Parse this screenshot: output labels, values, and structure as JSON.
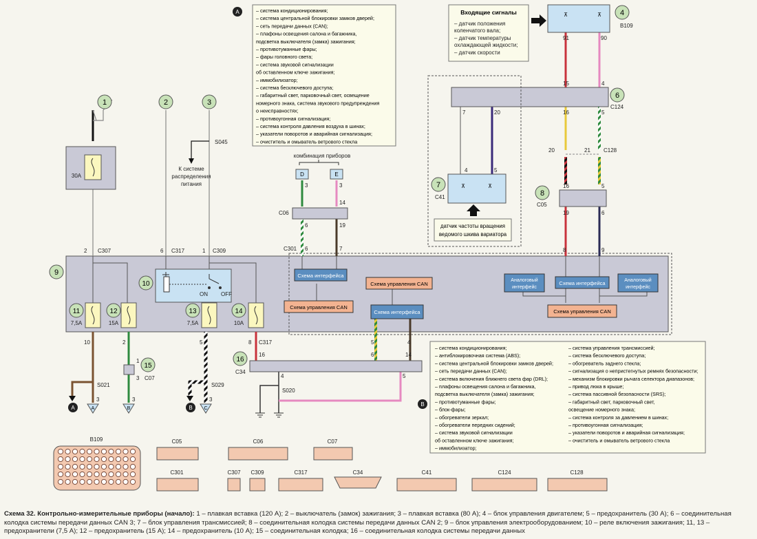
{
  "caption": {
    "title": "Схема 32. Контрольно-измерительные приборы (начало):",
    "text": "1 – плавкая вставка (120 А); 2 – выключатель (замок) зажигания; 3 – плавкая вставка (80 А); 4 – блок управления двигателем; 5 – предохранитель (30 А); 6 – соединительная колодка системы передачи данных CAN 3; 7 – блок управления трансмиссией; 8 – соединительная колодка системы передачи данных CAN 2; 9 – блок управления электрооборудованием; 10 – реле включения зажигания; 11, 13 – предохранители (7,5 А); 12 – предохранитель (15 А); 14 – предохранитель (10 А); 15 – соединительная колодка; 16 – соединительная колодка системы передачи данных"
  },
  "note_a": {
    "marker": "A",
    "items": [
      "– система кондиционирования;",
      "– система центральной блокировки замков дверей;",
      "– сеть передачи данных (CAN);",
      "– плафоны освещения салона и багажника,",
      "   подсветка выключателя (замка) зажигания;",
      "– противотуманные фары;",
      "– фары головного света;",
      "– система звуковой сигнализации",
      "   об оставленном ключе зажигания;",
      "– иммобилизатор;",
      "– система бесключевого доступа;",
      "– габаритный свет, парковочный свет, освещение",
      "   номерного знака, система звукового предупреждения",
      "   о неисправностях;",
      "– противоугонная сигнализация;",
      "– система контроля давления воздуха в шинах;",
      "– указатели поворотов и аварийная сигнализация;",
      "– очиститель и омыватель ветрового стекла"
    ]
  },
  "note_b": {
    "marker": "B",
    "col1": [
      "– система кондиционирования;",
      "– антиблокировочная система (ABS);",
      "– система центральной блокировки замков дверей;",
      "– сеть передачи данных (CAN);",
      "– система включения ближнего света фар (DRL);",
      "– плафоны освещения салона и багажника,",
      "   подсветка выключателя (замка) зажигания;",
      "– противотуманные фары;",
      "– блок-фары;",
      "– обогреватели зеркал;",
      "– обогреватели передних сидений;",
      "– система звуковой сигнализации",
      "   об оставленном ключе зажигания;",
      "– иммобилизатор;"
    ],
    "col2": [
      "– система управления трансмиссией;",
      "– система бесключевого доступа;",
      "– обогреватель заднего стекла;",
      "– сигнализация о непристегнутых ремнях безопасности;",
      "– механизм блокировки рычага селектора диапазонов;",
      "– привод люка в крыше;",
      "– система пассивной безопасности (SRS);",
      "– габаритный свет, парковочный свет,",
      "   освещение номерного знака;",
      "– система контроля за давлением в шинах;",
      "– противоугонная сигнализация;",
      "– указатели поворотов и аварийная сигнализация;",
      "– очиститель и омыватель ветрового стекла"
    ]
  },
  "inputs": {
    "title": "Входящие сигналы",
    "items": [
      "– датчик положения",
      "  коленчатого вала;",
      "– датчик температуры",
      "  охлаждающей жидкости;",
      "– датчик скорости"
    ]
  },
  "labels": {
    "power_system": [
      "К системе",
      "распределения",
      "питания"
    ],
    "cluster": "комбинация приборов",
    "pulley_sensor": [
      "датчик частоты вращения",
      "ведомого шкива вариатора"
    ],
    "iface": "Схема интерфейса",
    "can_ctrl": "Схема управления CAN",
    "analog": [
      "Аналоговый",
      "интерфейс"
    ],
    "on": "ON",
    "off": "OFF"
  },
  "callouts": [
    "1",
    "2",
    "3",
    "4",
    "5",
    "6",
    "7",
    "8",
    "9",
    "10",
    "11",
    "12",
    "13",
    "14",
    "15",
    "16"
  ],
  "connectors_top": {
    "c307": "C307",
    "c317": "C317",
    "c309": "C309",
    "s045": "S045",
    "b109": "B109",
    "c124": "C124",
    "c128": "C128",
    "c05": "C05",
    "c41": "C41",
    "c06": "C06",
    "c301": "C301",
    "c34": "C34",
    "c07": "C07",
    "s021": "S021",
    "s029": "S029",
    "s020": "S020"
  },
  "fuses": {
    "f5": "30A",
    "f11": "7,5A",
    "f12": "15A",
    "f13": "7,5A",
    "f14": "10A"
  },
  "terminals": {
    "b109_d": "D",
    "b109_e": "E",
    "a": "A",
    "b": "B",
    "c": "C"
  },
  "pins": {
    "p91": "91",
    "p90": "90",
    "p15": "15",
    "p4": "4",
    "p16": "16",
    "p5": "5",
    "p7": "7",
    "p20": "20",
    "p4b": "4",
    "p5b": "5",
    "p20b": "20",
    "p21": "21",
    "p16b": "16",
    "p5c": "5",
    "p19": "19",
    "p6": "6",
    "p8": "8",
    "p9": "9",
    "p3": "3",
    "p3b": "3",
    "p14": "14",
    "p6b": "6",
    "p19b": "19",
    "p6c": "6",
    "p7b": "7",
    "p2": "2",
    "p6d": "6",
    "p1": "1",
    "p10": "10",
    "p2b": "2",
    "p5d": "5",
    "p8b": "8",
    "p16c": "16",
    "p5e": "5",
    "p4c": "4",
    "p6e": "6",
    "p14b": "14",
    "p4d": "4",
    "p5f": "5",
    "p1b": "1",
    "p3c": "3",
    "p3d": "3",
    "p3e": "3",
    "p3f": "3"
  },
  "bottom_connectors": [
    "B109",
    "C05",
    "C06",
    "C07",
    "C301",
    "C307",
    "C309",
    "C317",
    "C34",
    "C41",
    "C124",
    "C128"
  ],
  "colors": {
    "module_fill": "#c9c9d6",
    "iface": "#5b8ec0",
    "can": "#f3b391",
    "callout_fill": "#c8e2b8",
    "note_fill": "#fbfbea",
    "fuse_fill": "#fbf7bf",
    "ecu_fill": "#c9e2f3"
  }
}
